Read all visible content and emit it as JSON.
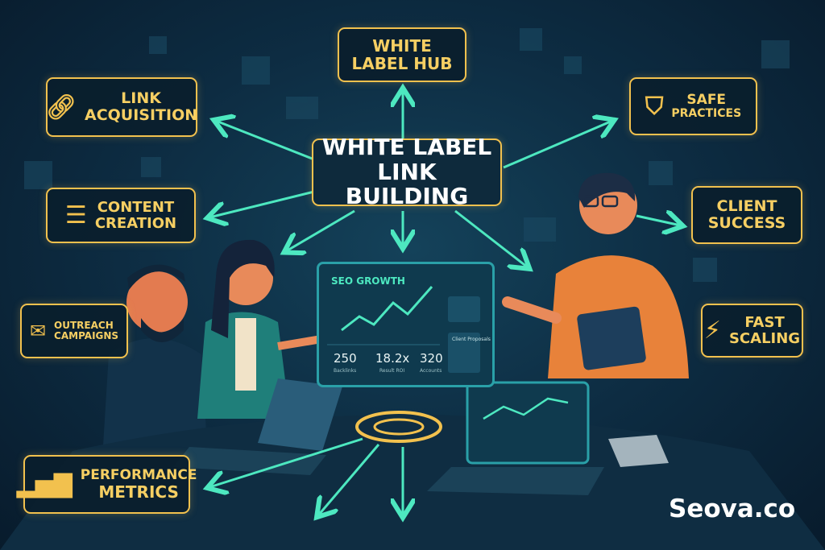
{
  "center": {
    "line1": "WHITE LABEL",
    "line2": "LINK BUILDING"
  },
  "nodes": {
    "hub": {
      "line1": "WHITE",
      "line2": "LABEL HUB"
    },
    "link": {
      "line1": "LINK",
      "line2": "ACQUISITION",
      "icon": "chain-link-icon"
    },
    "safe": {
      "line1": "SAFE",
      "line2": "PRACTICES",
      "icon": "shield-star-icon"
    },
    "content": {
      "line1": "CONTENT",
      "line2": "CREATION",
      "icon": "document-icon"
    },
    "client": {
      "line1": "CLIENT",
      "line2": "SUCCESS"
    },
    "outreach": {
      "line1": "OUTREACH",
      "line2": "CAMPAIGNS",
      "icon": "envelope-icon"
    },
    "fast": {
      "line1": "FAST",
      "line2": "SCALING",
      "icon": "lightning-icon"
    },
    "perf": {
      "line1": "PERFORMANCE",
      "line2": "METRICS",
      "icon": "bar-chart-icon"
    }
  },
  "monitor": {
    "title": "SEO GROWTH",
    "stats": [
      {
        "value": "250",
        "label": "Backlinks"
      },
      {
        "value": "18.2x",
        "label": "Result ROI"
      },
      {
        "value": "320",
        "label": "Accounts"
      }
    ],
    "side_label": "Client Proposals"
  },
  "brand": "Seova.co",
  "colors": {
    "accent": "#4de8c0",
    "gold": "#f2c14e",
    "bg": "#0d2c42"
  }
}
